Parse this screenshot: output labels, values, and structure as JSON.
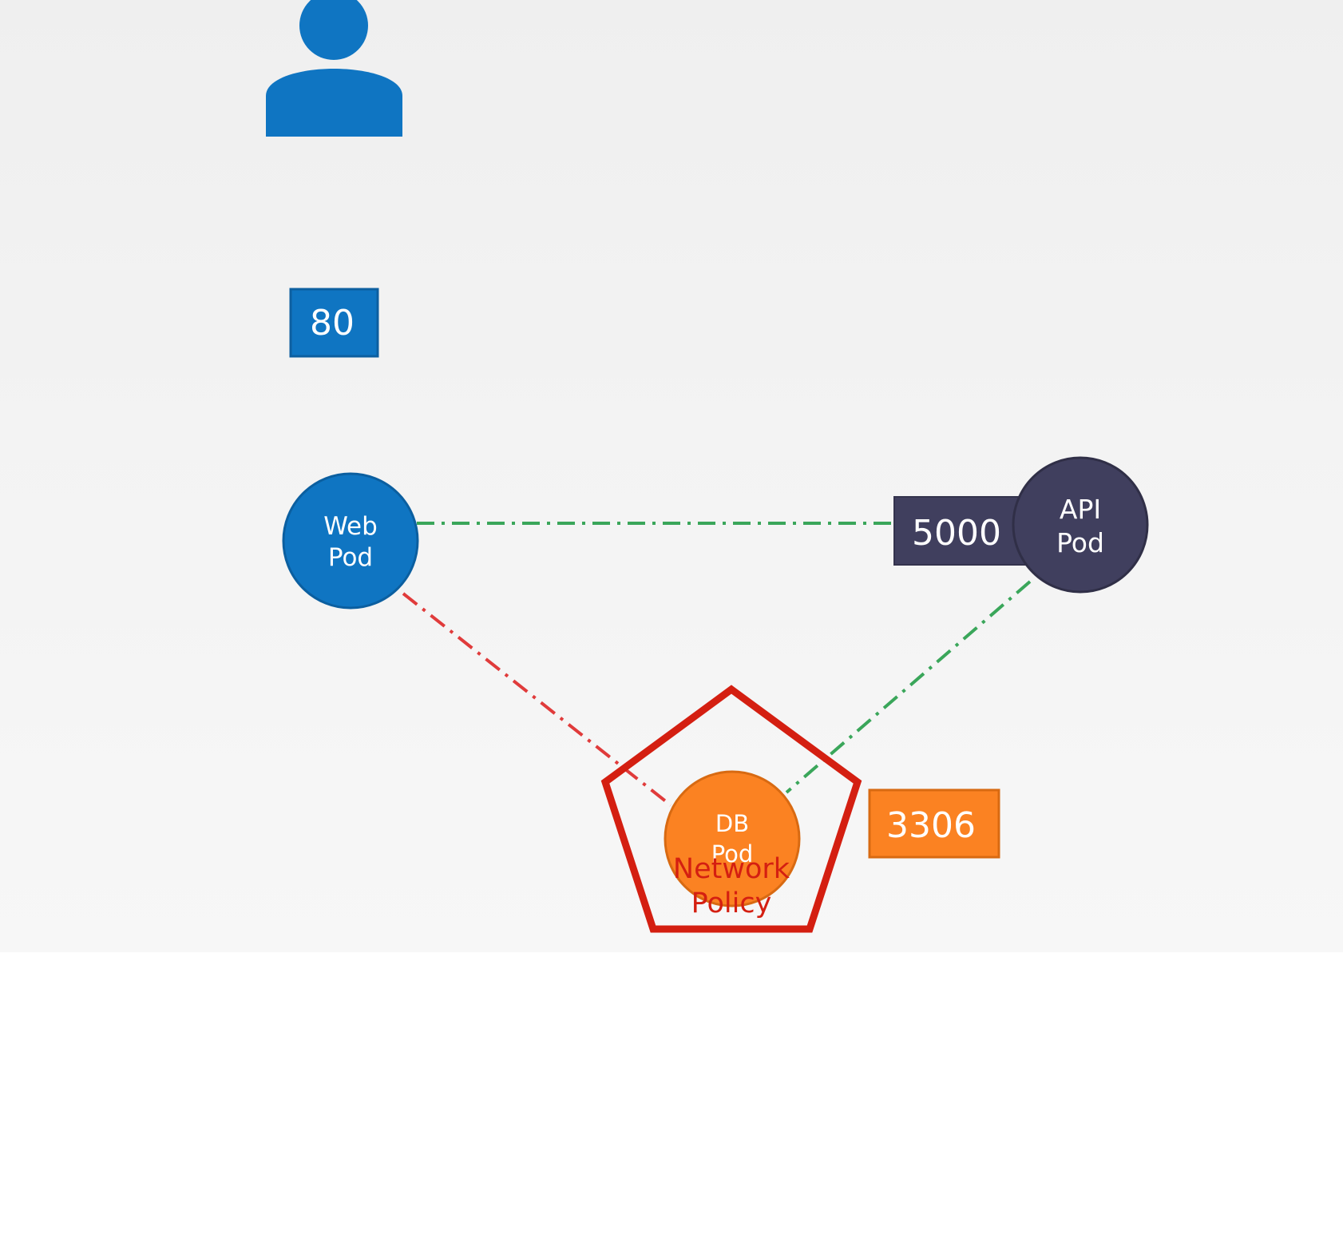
{
  "diagram": {
    "user_icon": "user-icon",
    "ingress_port": "80",
    "web_pod": {
      "line1": "Web",
      "line2": "Pod"
    },
    "api_pod": {
      "line1": "API",
      "line2": "Pod"
    },
    "api_port": "5000",
    "db_pod": {
      "line1": "DB",
      "line2": "Pod"
    },
    "db_port": "3306",
    "policy": {
      "line1": "Network",
      "line2": "Policy"
    },
    "colors": {
      "web": "#0f75c2",
      "api": "#403f5e",
      "db": "#fb8222",
      "policy": "#d41f11",
      "allowed": "#3aa65a",
      "denied": "#e03b3b"
    },
    "connections": [
      {
        "from": "web-pod",
        "to": "api-pod",
        "status": "allowed"
      },
      {
        "from": "api-pod",
        "to": "db-pod",
        "status": "allowed"
      },
      {
        "from": "web-pod",
        "to": "db-pod",
        "status": "denied"
      }
    ]
  }
}
